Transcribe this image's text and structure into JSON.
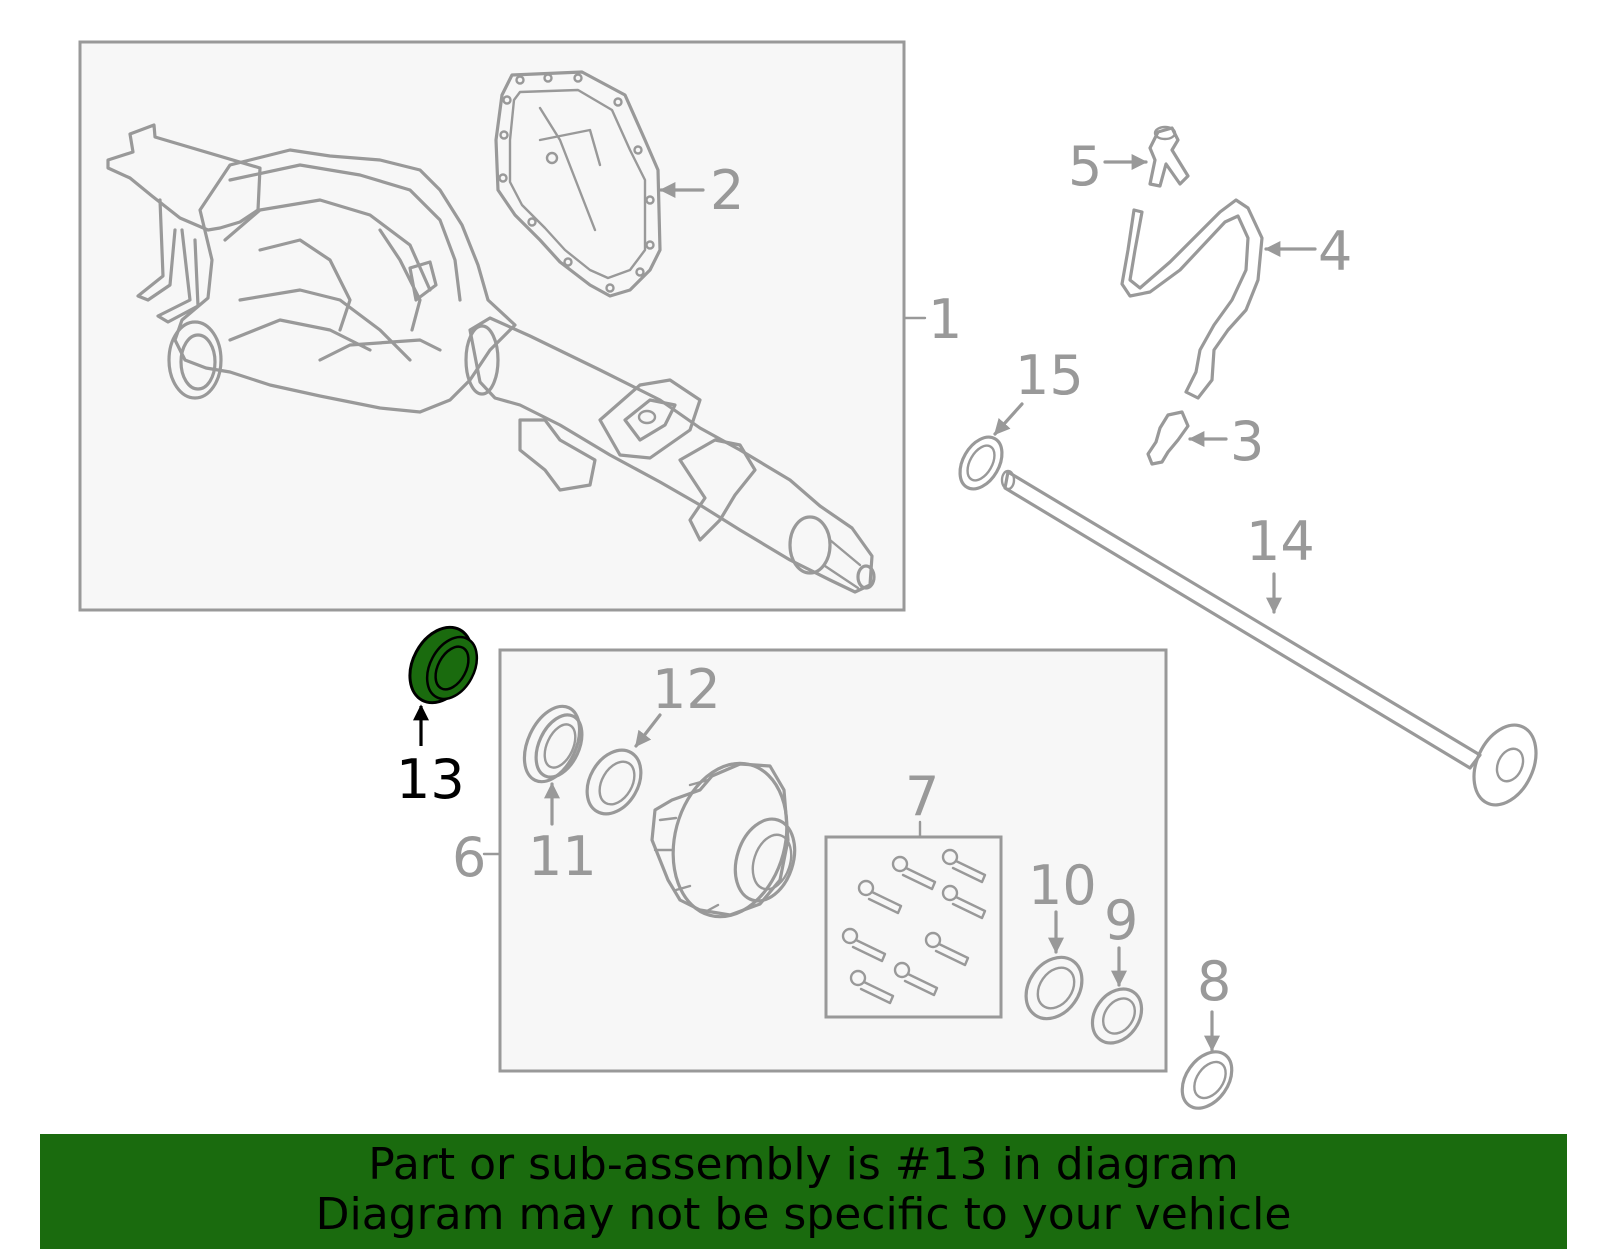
{
  "diagram": {
    "highlighted_part": "13",
    "highlight_color": "#1a6b0e",
    "line_color": "#999999",
    "callouts": {
      "c1": "1",
      "c2": "2",
      "c3": "3",
      "c4": "4",
      "c5": "5",
      "c6": "6",
      "c7": "7",
      "c8": "8",
      "c9": "9",
      "c10": "10",
      "c11": "11",
      "c12": "12",
      "c13": "13",
      "c14": "14",
      "c15": "15"
    }
  },
  "banner": {
    "line1": "Part or sub-assembly is #13 in diagram",
    "line2": "Diagram may not be specific to your vehicle"
  }
}
